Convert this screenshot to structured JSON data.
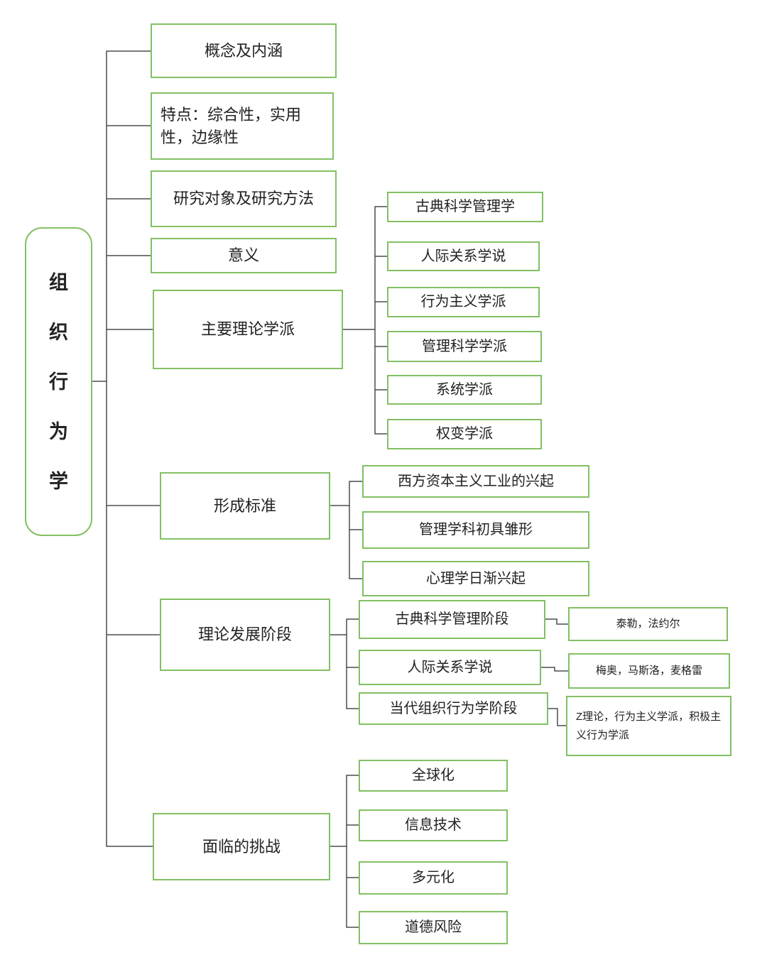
{
  "nodes": {
    "root": "组织行为学",
    "level1": [
      "概念及内涵",
      "特点：综合性，实用性，边缘性",
      "研究对象及研究方法",
      "意义",
      "主要理论学派",
      "形成标准",
      "理论发展阶段",
      "面临的挑战"
    ],
    "schools": [
      "古典科学管理学",
      "人际关系学说",
      "行为主义学派",
      "管理科学学派",
      "系统学派",
      "权变学派"
    ],
    "formation": [
      "西方资本主义工业的兴起",
      "管理学科初具雏形",
      "心理学日渐兴起"
    ],
    "stages": [
      "古典科学管理阶段",
      "人际关系学说",
      "当代组织行为学阶段"
    ],
    "stage_people": [
      "泰勒，法约尔",
      "梅奥，马斯洛，麦格雷",
      "Z理论，行为主义学派，积极主义行为学派"
    ],
    "challenges": [
      "全球化",
      "信息技术",
      "多元化",
      "道德风险"
    ]
  },
  "colors": {
    "box_border": "#82c063",
    "connector_line": "#4d4d4d",
    "text": "#222222",
    "background": "#ffffff"
  }
}
